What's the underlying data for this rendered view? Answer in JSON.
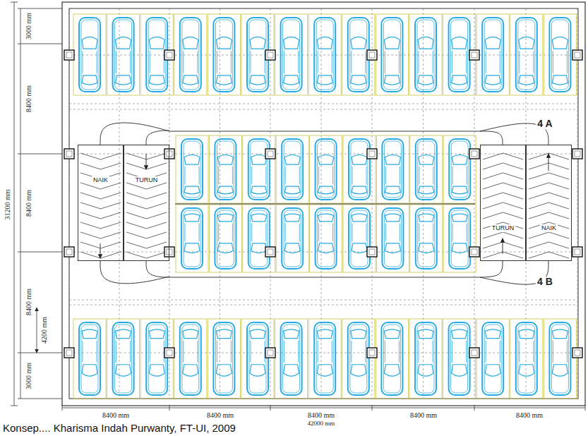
{
  "diagram": {
    "caption": "Konsep.... Kharisma Indah Purwanty, FT-UI, 2009",
    "nodes": [
      {
        "text": [
          "NAIK"
        ]
      },
      {
        "text": [
          "TURUN"
        ]
      },
      {
        "text": [
          "TURUN"
        ]
      },
      {
        "text": [
          "NAIK"
        ]
      }
    ],
    "labels": [
      "3000 mm",
      "8400 mm",
      "31200 mm",
      "8400 mm",
      "8400 mm",
      "4200 mm",
      "3000 mm",
      "4 A",
      "4 B",
      "8400 mm",
      "8400 mm",
      "8400 mm",
      "8400 mm",
      "8400 mm",
      "42000 mm"
    ]
  }
}
